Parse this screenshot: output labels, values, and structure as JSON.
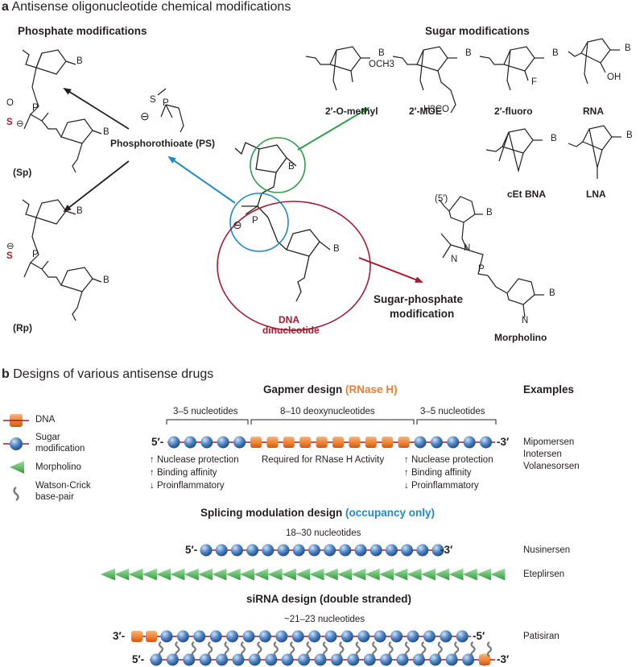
{
  "panel_a": {
    "letter": "a",
    "title": "Antisense oligonucleotide chemical modifications",
    "phosphate_heading": "Phosphate modifications",
    "sugar_heading": "Sugar modifications",
    "ps_label": "Phosphorothioate (PS)",
    "sp_label": "(Sp)",
    "rp_label": "(Rp)",
    "dna_label_1": "DNA",
    "dna_label_2": "dinucleotide",
    "sugar_phosphate_1": "Sugar-phosphate",
    "sugar_phosphate_2": "modification",
    "morpholino_label": "Morpholino",
    "five_prime": "(5′)",
    "sugars": [
      {
        "label": "2′-O-methyl",
        "sub": "OCH3"
      },
      {
        "label": "2′-MOE",
        "sub": "H3CO"
      },
      {
        "label": "2′-fluoro",
        "sub": "F"
      },
      {
        "label": "RNA",
        "sub": "OH"
      },
      {
        "label": "cEt BNA",
        "sub": ""
      },
      {
        "label": "LNA",
        "sub": ""
      }
    ],
    "atoms": {
      "O": "O",
      "P": "P",
      "S": "S",
      "B": "B",
      "N": "N",
      "minus": "⊖"
    }
  },
  "panel_b": {
    "letter": "b",
    "title": "Designs of various antisense drugs",
    "legend": [
      {
        "label": "DNA",
        "icon": "orange-square"
      },
      {
        "label": "Sugar",
        "label2": "modification",
        "icon": "blue-sphere"
      },
      {
        "label": "Morpholino",
        "icon": "green-triangle"
      },
      {
        "label": "Watson-Crick",
        "label2": "base-pair",
        "icon": "gray-wave"
      }
    ],
    "examples_heading": "Examples",
    "gapmer": {
      "heading": "Gapmer design",
      "heading_paren": "(RNase H)",
      "left_span": "3–5 nucleotides",
      "mid_span": "8–10 deoxynucleotides",
      "right_span": "3–5 nucleotides",
      "five": "5′-",
      "three": "-3′",
      "left_notes": [
        "↑ Nuclease protection",
        "↑ Binding affinity",
        "↓ Proinflammatory"
      ],
      "mid_note": "Required for RNase H Activity",
      "right_notes": [
        "↑ Nuclease protection",
        "↑ Binding affinity",
        "↓ Proinflammatory"
      ],
      "examples": [
        "Mipomersen",
        "Inotersen",
        "Volanesorsen"
      ]
    },
    "splicing": {
      "heading": "Splicing modulation design",
      "heading_paren": "(occupancy only)",
      "span": "18–30 nucleotides",
      "five": "5′-",
      "three": "-3′",
      "examples": [
        "Nusinersen",
        "Eteplirsen"
      ]
    },
    "sirna": {
      "heading": "siRNA design (double stranded)",
      "span": "~21–23 nucleotides",
      "top_left": "3′-",
      "top_right": "-5′",
      "bot_left": "5′-",
      "bot_right": "-3′",
      "examples": [
        "Patisiran"
      ]
    },
    "colors": {
      "dna": "#ef7d2d",
      "sugar": "#4f86c6",
      "morpholino": "#3fae49",
      "backbone": "#a6192e",
      "pair": "#7a7a7a",
      "green_arrow": "#2e9e47",
      "blue_arrow": "#1f8ac9",
      "red_arrow": "#a6192e"
    }
  }
}
